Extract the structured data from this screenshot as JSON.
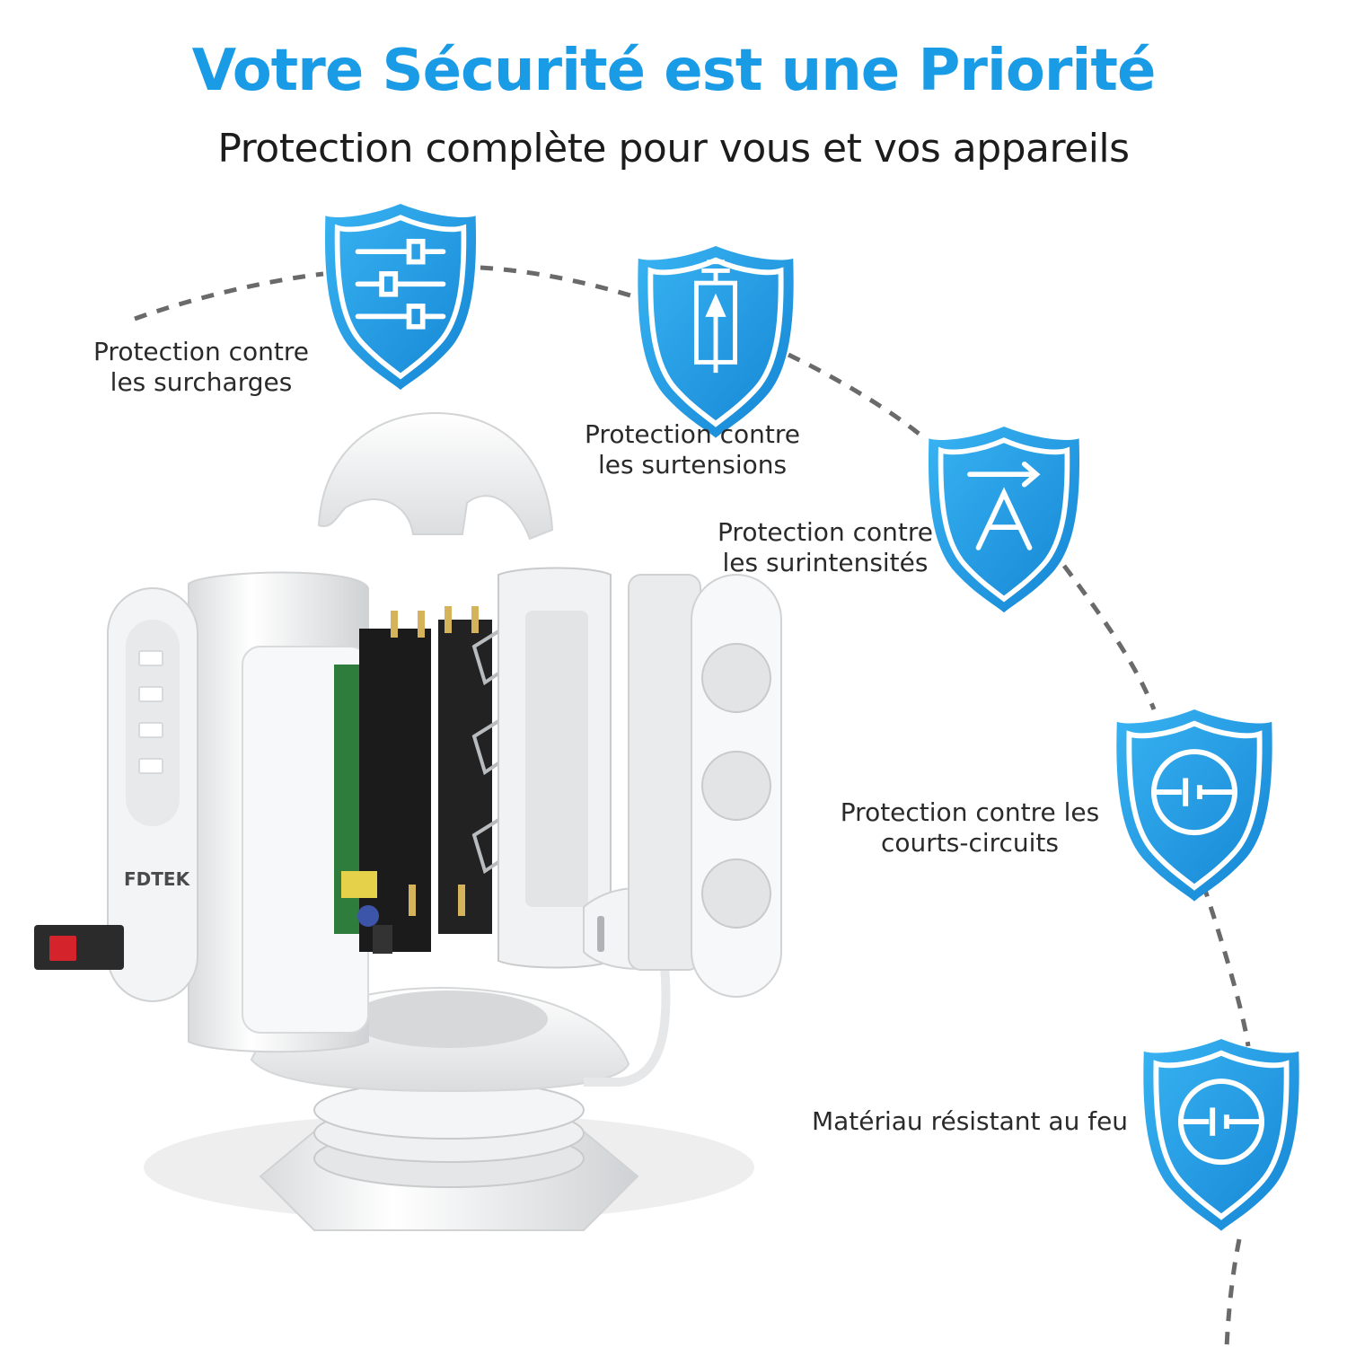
{
  "header": {
    "title": "Votre Sécurité est une Priorité",
    "subtitle": "Protection complète pour vous et vos appareils"
  },
  "features": [
    {
      "line1": "Protection contre",
      "line2": "les surcharges",
      "icon": "overload-switch-icon"
    },
    {
      "line1": "Protection contre",
      "line2": "les surtensions",
      "icon": "surge-arrester-icon"
    },
    {
      "line1": "Protection contre",
      "line2": "les surintensités",
      "icon": "overcurrent-a-icon"
    },
    {
      "line1": "Protection contre les",
      "line2": "courts-circuits",
      "icon": "short-circuit-icon"
    },
    {
      "line1": "Matériau résistant au feu",
      "line2": "",
      "icon": "fire-resistant-icon"
    }
  ],
  "product": {
    "brand": "FDTEK"
  },
  "colors": {
    "accent": "#1a9be6",
    "shield_dark": "#1a86d6",
    "shield_light": "#35aef0",
    "text": "#2a2a2a",
    "dashed_line": "#6a6a6a"
  }
}
